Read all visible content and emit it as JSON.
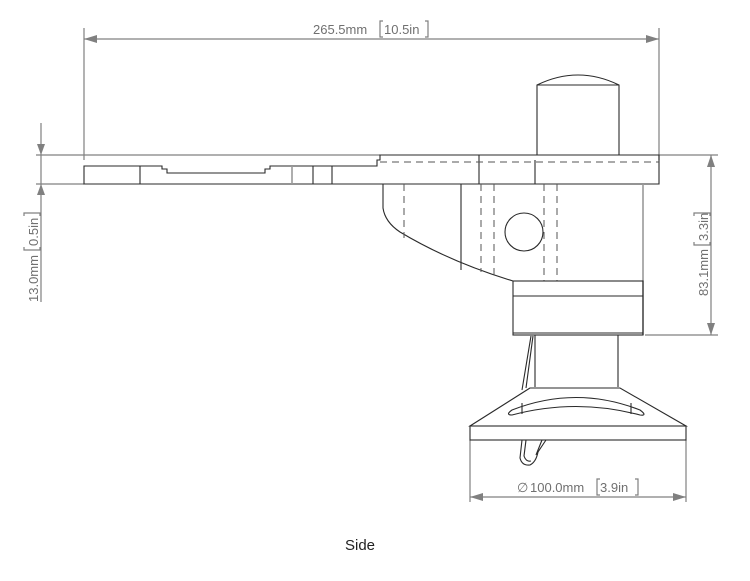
{
  "drawing": {
    "view_caption": "Side",
    "dimensions": {
      "overall_length": {
        "value": "265.5mm",
        "alt": "10.5in"
      },
      "plate_thickness": {
        "value": "13.0mm",
        "alt": "0.5in"
      },
      "height": {
        "value": "83.1mm",
        "alt": "3.3in"
      },
      "base_diameter": {
        "prefix": "∅",
        "value": "100.0mm",
        "alt": "3.9in"
      }
    },
    "colors": {
      "dimension_line": "#808080",
      "part_line": "#2a2a2a",
      "text": "#707070"
    }
  }
}
